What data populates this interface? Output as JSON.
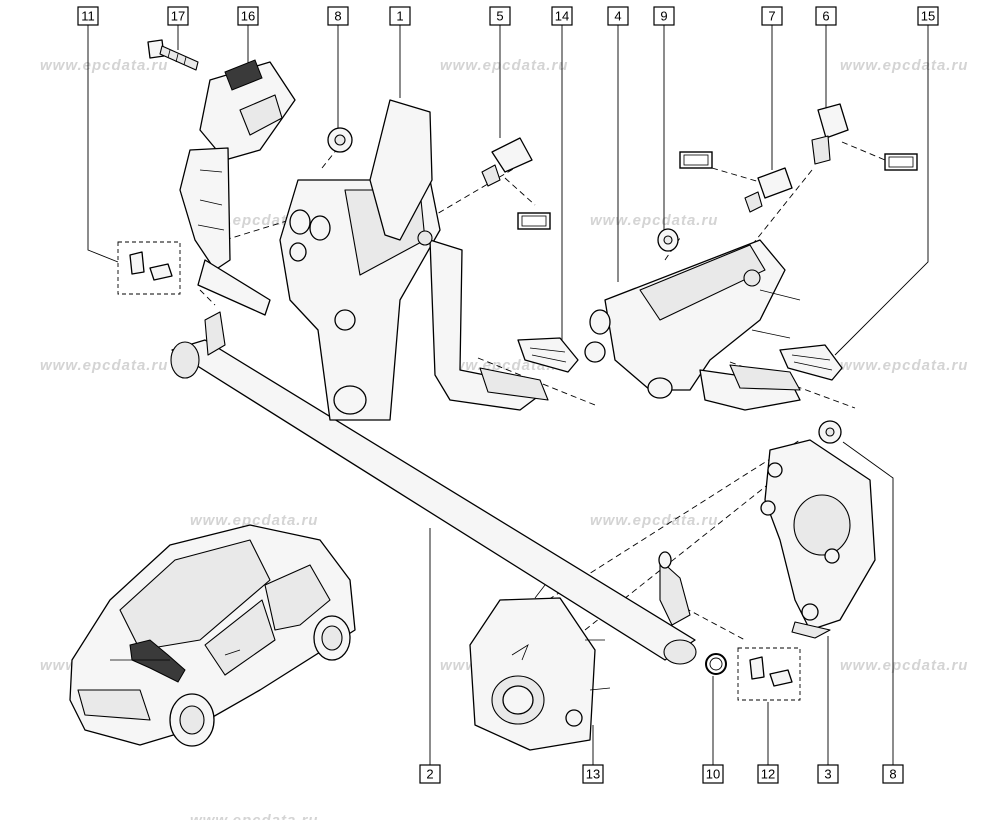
{
  "watermark": "www.epcdata.ru",
  "callouts": [
    "11",
    "17",
    "16",
    "8",
    "1",
    "5",
    "14",
    "4",
    "9",
    "7",
    "6",
    "15",
    "2",
    "13",
    "10",
    "12",
    "3",
    "8"
  ]
}
